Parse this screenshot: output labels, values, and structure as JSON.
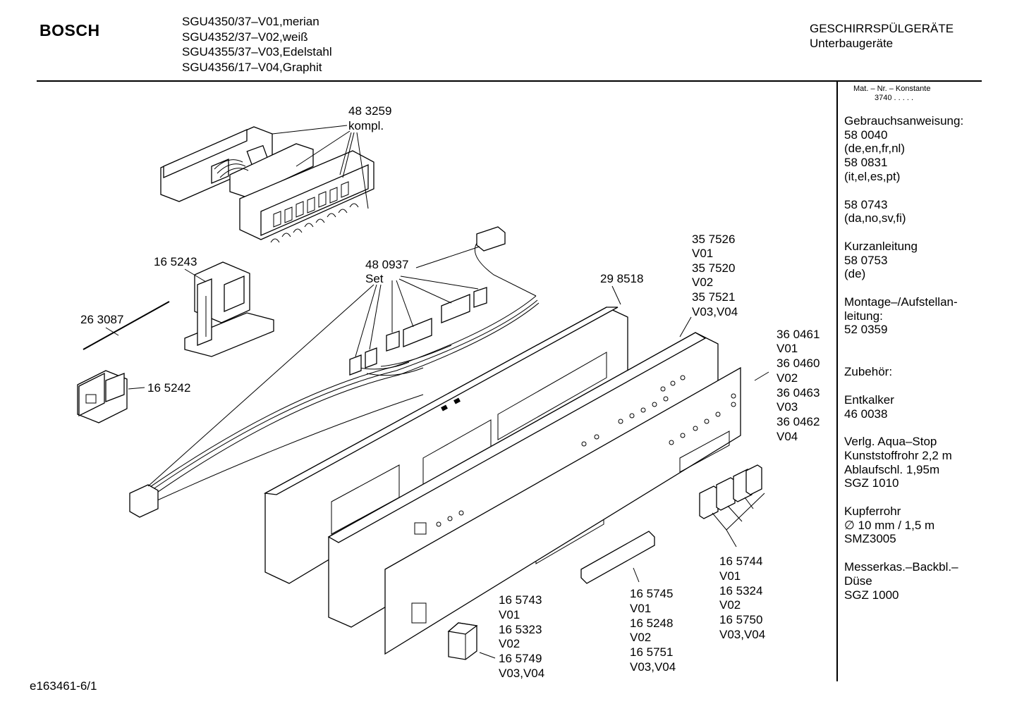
{
  "header": {
    "brand": "BOSCH",
    "models": [
      "SGU4350/37–V01,merian",
      "SGU4352/37–V02,weiß",
      "SGU4355/37–V03,Edelstahl",
      "SGU4356/17–V04,Graphit"
    ],
    "category_line1": "GESCHIRRSPÜLGERÄTE",
    "category_line2": "Unterbaugeräte"
  },
  "sidebar": {
    "mat_label": "Mat. – Nr. – Konstante",
    "mat_value": "3740 . . . . .",
    "blocks": [
      [
        "Gebrauchsanweisung:",
        "58 0040",
        "(de,en,fr,nl)",
        "58 0831",
        "(it,el,es,pt)"
      ],
      [
        "58 0743",
        "(da,no,sv,fi)"
      ],
      [
        "Kurzanleitung",
        "58 0753",
        "(de)"
      ],
      [
        "Montage–/Aufstellan-",
        "leitung:",
        "52 0359"
      ],
      [
        "Zubehör:"
      ],
      [
        "Entkalker",
        "46 0038"
      ],
      [
        "Verlg. Aqua–Stop",
        "Kunststoffrohr 2,2 m",
        "Ablaufschl. 1,95m",
        "SGZ 1010"
      ],
      [
        "Kupferrohr",
        "∅ 10 mm / 1,5 m",
        "SMZ3005"
      ],
      [
        "Messerkas.–Backbl.–",
        "Düse",
        "SGZ 1000"
      ]
    ]
  },
  "parts": {
    "p483259": [
      "48 3259",
      "kompl."
    ],
    "p165243": [
      "16 5243"
    ],
    "p263087": [
      "26 3087"
    ],
    "p165242": [
      "16 5242"
    ],
    "p480937": [
      "48 0937",
      "Set"
    ],
    "p298518": [
      "29 8518"
    ],
    "p357526": [
      "35 7526",
      "V01",
      "35 7520",
      "V02",
      "35 7521",
      "V03,V04"
    ],
    "p360461": [
      "36 0461",
      "V01",
      "36 0460",
      "V02",
      "36 0463",
      "V03",
      "36 0462",
      "V04"
    ],
    "p165744": [
      "16 5744",
      "V01",
      "16 5324",
      "V02",
      "16 5750",
      "V03,V04"
    ],
    "p165745": [
      "16 5745",
      "V01",
      "16 5248",
      "V02",
      "16 5751",
      "V03,V04"
    ],
    "p165743": [
      "16 5743",
      "V01",
      "16 5323",
      "V02",
      "16 5749",
      "V03,V04"
    ]
  },
  "footer": {
    "doc_id": "e163461-6/1"
  }
}
